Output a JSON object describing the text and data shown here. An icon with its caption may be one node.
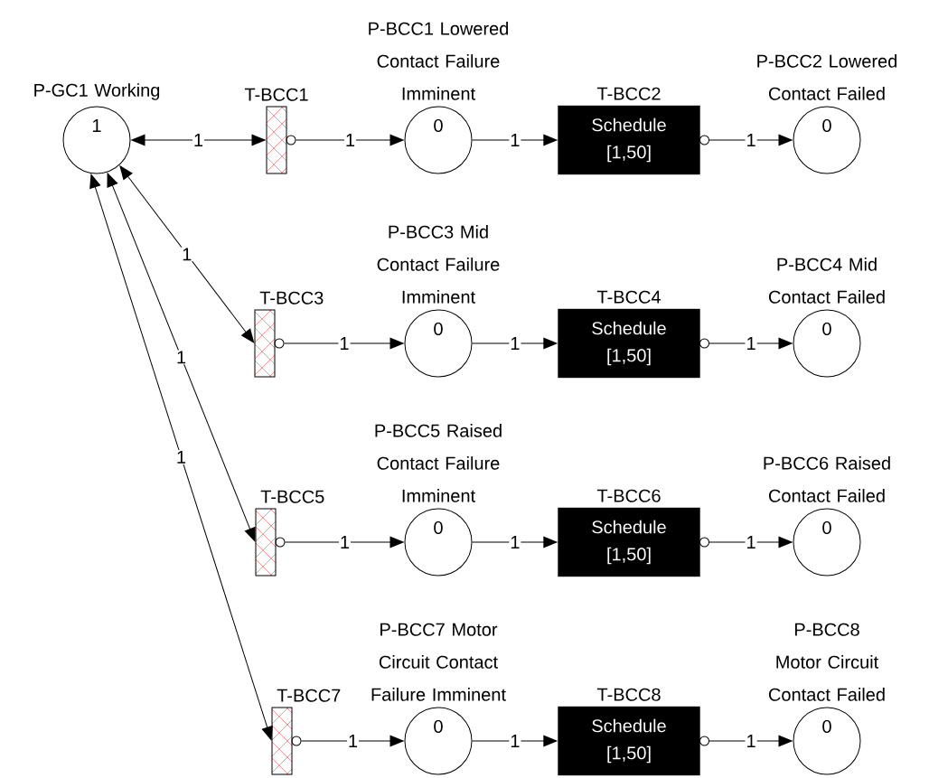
{
  "diagram": {
    "nodes": [
      {
        "text": [
          "P-GC1 Working",
          "1"
        ]
      },
      {
        "text": [
          "T-BCC1"
        ]
      },
      {
        "text": [
          "P-BCC1 Lowered Contact Failure Imminent",
          "0"
        ]
      },
      {
        "text": [
          "T-BCC2",
          "Schedule [1,50]"
        ]
      },
      {
        "text": [
          "P-BCC2 Lowered Contact Failed",
          "0"
        ]
      },
      {
        "text": [
          "T-BCC3"
        ]
      },
      {
        "text": [
          "P-BCC3 Mid Contact Failure Imminent",
          "0"
        ]
      },
      {
        "text": [
          "T-BCC4",
          "Schedule [1,50]"
        ]
      },
      {
        "text": [
          "P-BCC4 Mid Contact Failed",
          "0"
        ]
      },
      {
        "text": [
          "T-BCC5"
        ]
      },
      {
        "text": [
          "P-BCC5 Raised Contact Failure Imminent",
          "0"
        ]
      },
      {
        "text": [
          "T-BCC6",
          "Schedule [1,50]"
        ]
      },
      {
        "text": [
          "P-BCC6 Raised Contact Failed",
          "0"
        ]
      },
      {
        "text": [
          "T-BCC7"
        ]
      },
      {
        "text": [
          "P-BCC7 Motor Circuit Contact Failure Imminent",
          "0"
        ]
      },
      {
        "text": [
          "T-BCC8",
          "Schedule [1,50]"
        ]
      },
      {
        "text": [
          "P-BCC8 Motor Circuit Contact Failed",
          "0"
        ]
      }
    ],
    "edges": [
      {
        "from": 0,
        "to": 1,
        "arrow": "both",
        "label": "1"
      },
      {
        "from": 1,
        "to": 2,
        "arrow": "to",
        "label": "1"
      },
      {
        "from": 2,
        "to": 3,
        "arrow": "to",
        "label": "1"
      },
      {
        "from": 3,
        "to": 4,
        "arrow": "to",
        "label": "1"
      },
      {
        "from": 0,
        "to": 5,
        "arrow": "both",
        "label": "1"
      },
      {
        "from": 5,
        "to": 6,
        "arrow": "to",
        "label": "1"
      },
      {
        "from": 6,
        "to": 7,
        "arrow": "to",
        "label": "1"
      },
      {
        "from": 7,
        "to": 8,
        "arrow": "to",
        "label": "1"
      },
      {
        "from": 0,
        "to": 9,
        "arrow": "both",
        "label": "1"
      },
      {
        "from": 9,
        "to": 10,
        "arrow": "to",
        "label": "1"
      },
      {
        "from": 10,
        "to": 11,
        "arrow": "to",
        "label": "1"
      },
      {
        "from": 11,
        "to": 12,
        "arrow": "to",
        "label": "1"
      },
      {
        "from": 0,
        "to": 13,
        "arrow": "both",
        "label": "1"
      },
      {
        "from": 13,
        "to": 14,
        "arrow": "to",
        "label": "1"
      },
      {
        "from": 14,
        "to": 15,
        "arrow": "to",
        "label": "1"
      },
      {
        "from": 15,
        "to": 16,
        "arrow": "to",
        "label": "1"
      }
    ]
  }
}
